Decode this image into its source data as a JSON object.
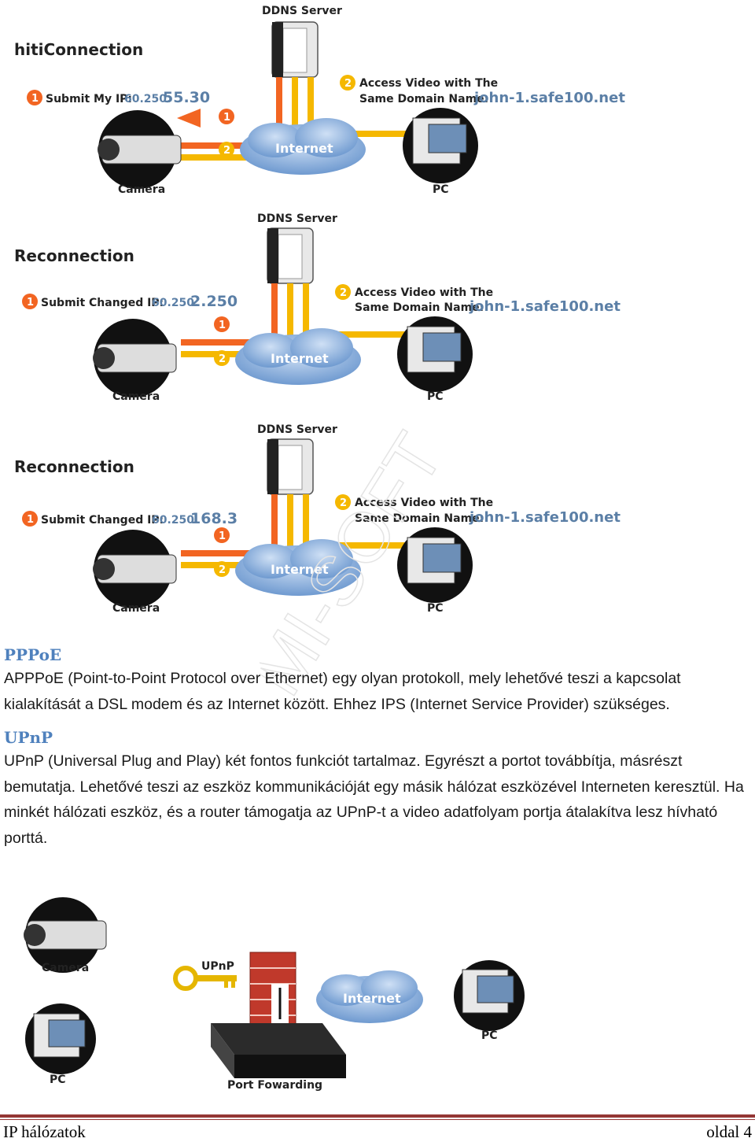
{
  "diagrams": [
    {
      "title": "hitiConnection",
      "server_label": "DDNS Server",
      "submit_label": "Submit My IP:",
      "ip_prefix": "60.250.",
      "ip_suffix": "55.30",
      "access_line1": "Access Video with The",
      "access_line2": "Same Domain Name:",
      "domain": "john-1.safe100.net",
      "internet_label": "Internet",
      "camera_label": "Camera",
      "pc_label": "PC",
      "step1": "1",
      "step2": "2"
    },
    {
      "title": "Reconnection",
      "server_label": "DDNS Server",
      "submit_label": "Submit Changed IP:",
      "ip_prefix": "60.250.",
      "ip_suffix": "2.250",
      "access_line1": "Access Video with The",
      "access_line2": "Same Domain Name:",
      "domain": "john-1.safe100.net",
      "internet_label": "Internet",
      "camera_label": "Camera",
      "pc_label": "PC",
      "step1": "1",
      "step2": "2"
    },
    {
      "title": "Reconnection",
      "server_label": "DDNS Server",
      "submit_label": "Submit Changed IP:",
      "ip_prefix": "60.250.",
      "ip_suffix": "168.3",
      "access_line1": "Access Video with The",
      "access_line2": "Same Domain Name:",
      "domain": "john-1.safe100.net",
      "internet_label": "Internet",
      "camera_label": "Camera",
      "pc_label": "PC",
      "step1": "1",
      "step2": "2"
    }
  ],
  "sections": [
    {
      "heading": "PPPoE",
      "paragraph": "APPPoE (Point-to-Point Protocol over Ethernet) egy olyan protokoll, mely lehetővé teszi a kapcsolat kialakítását a DSL modem és az Internet között. Ehhez IPS (Internet Service Provider) szükséges."
    },
    {
      "heading": "UPnP",
      "paragraph": "UPnP (Universal Plug and Play) két fontos funkciót tartalmaz. Egyrészt a portot továbbítja, másrészt bemutatja. Lehetővé teszi az eszköz kommunikációját egy másik hálózat eszközével Interneten keresztül. Ha minkét hálózati eszköz, és a router  támogatja  az UPnP-t a video adatfolyam  portja átalakítva lesz hívható porttá."
    }
  ],
  "upnp_diagram": {
    "camera_label": "Camera",
    "upnp_label": "UPnP",
    "internet_label": "Internet",
    "pc_label_right": "PC",
    "pc_label_left": "PC",
    "router_label": "Port Fowarding"
  },
  "watermark": "MI-SOFT",
  "footer": {
    "left": "IP hálózatok",
    "right": "oldal 4"
  },
  "colors": {
    "heading": "#4f81bd",
    "orange": "#f26522",
    "yellow": "#f5b800",
    "cloud": "#8fb4e0",
    "footer_rule": "#943634",
    "domain_text": "#5b7fa6"
  }
}
